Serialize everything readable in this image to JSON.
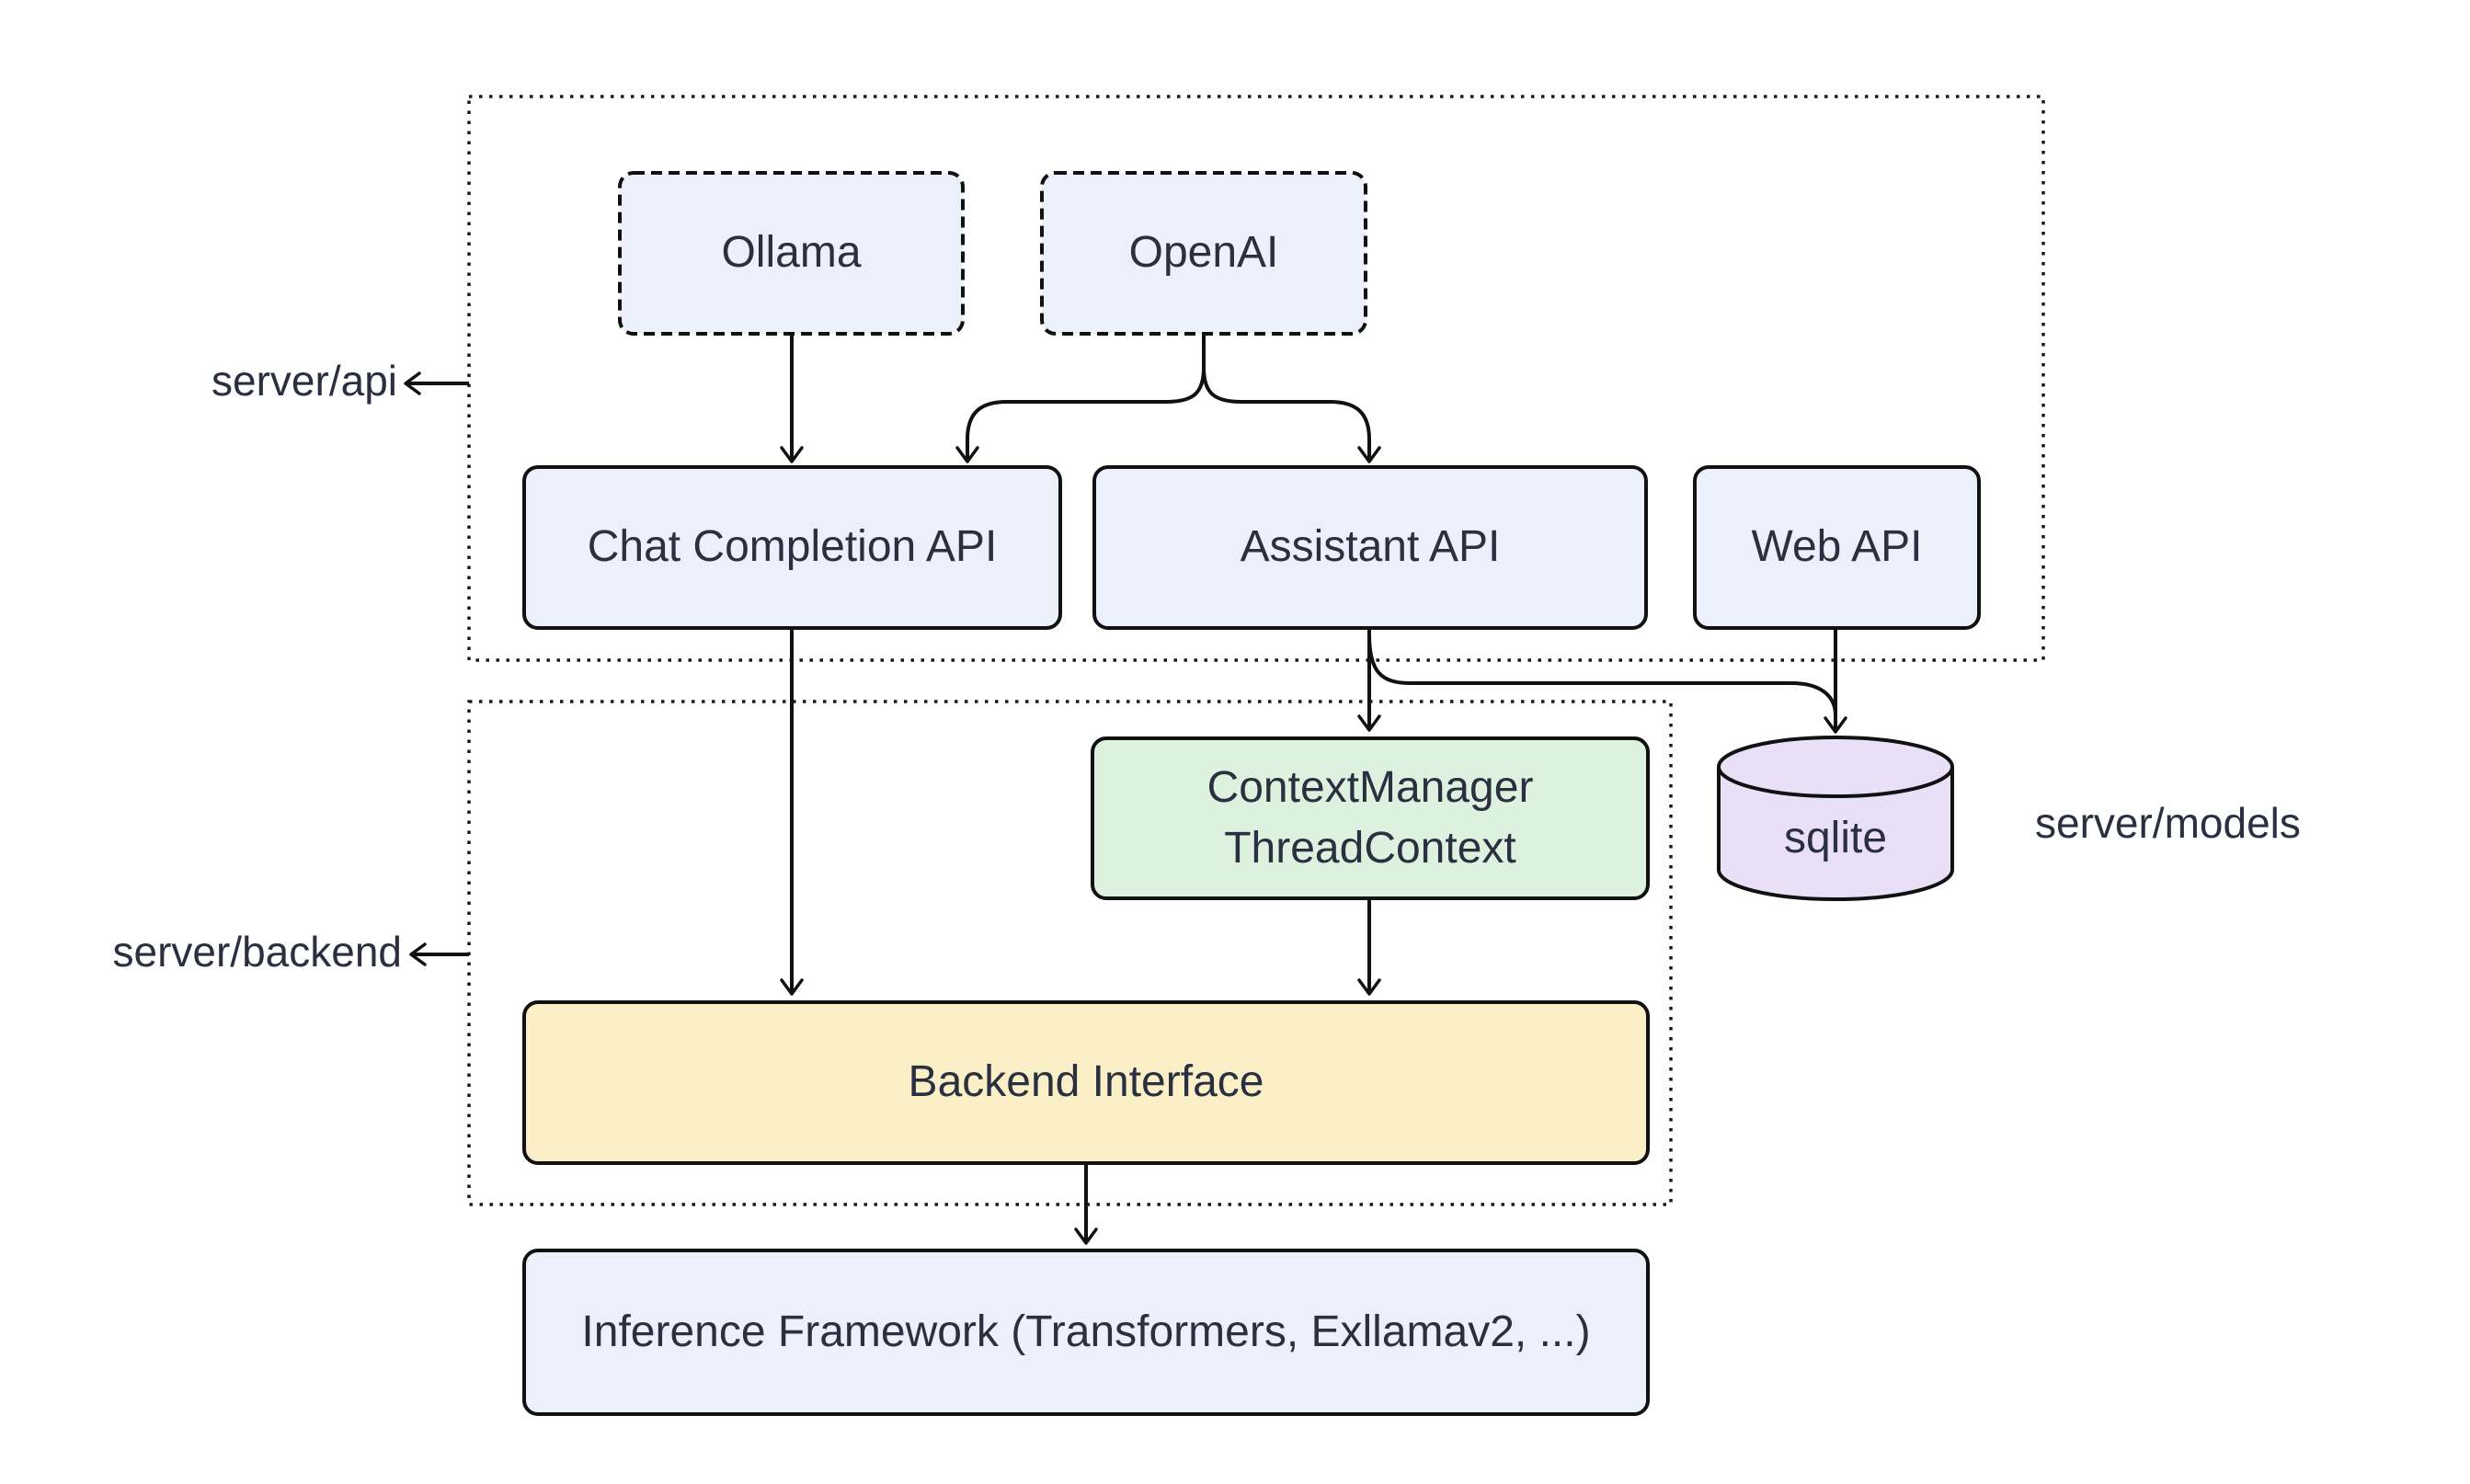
{
  "diagram_title": "",
  "groups": {
    "server_api": {
      "label": "server/api"
    },
    "server_backend": {
      "label": "server/backend"
    },
    "server_models": {
      "label": "server/models"
    }
  },
  "nodes": {
    "ollama": {
      "label": "Ollama",
      "shape": "dashed-rect"
    },
    "openai": {
      "label": "OpenAI",
      "shape": "dashed-rect"
    },
    "chat_completion_api": {
      "label": "Chat Completion API",
      "shape": "rect"
    },
    "assistant_api": {
      "label": "Assistant API",
      "shape": "rect"
    },
    "web_api": {
      "label": "Web API",
      "shape": "rect"
    },
    "context_manager": {
      "line1": "ContextManager",
      "line2": "ThreadContext",
      "shape": "rect"
    },
    "sqlite": {
      "label": "sqlite",
      "shape": "cylinder"
    },
    "backend_interface": {
      "label": "Backend Interface",
      "shape": "rect"
    },
    "inference_framework": {
      "label": "Inference Framework (Transformers, Exllamav2, ...)",
      "shape": "rect"
    }
  },
  "edges": [
    {
      "from": "Ollama",
      "to": "Chat Completion API"
    },
    {
      "from": "OpenAI",
      "to": "Chat Completion API"
    },
    {
      "from": "OpenAI",
      "to": "Assistant API"
    },
    {
      "from": "Chat Completion API",
      "to": "Backend Interface"
    },
    {
      "from": "Assistant API",
      "to": "ContextManager ThreadContext"
    },
    {
      "from": "Assistant API",
      "to": "sqlite"
    },
    {
      "from": "Web API",
      "to": "sqlite"
    },
    {
      "from": "ContextManager ThreadContext",
      "to": "Backend Interface"
    },
    {
      "from": "Backend Interface",
      "to": "Inference Framework (Transformers, Exllamav2, ...)"
    }
  ],
  "colors": {
    "node_blue_fill": "#ECF0FA",
    "node_green_fill": "#DCF1DE",
    "node_yellow_fill": "#FAEFC7",
    "node_purple_fill": "#E9DFF7",
    "stroke": "#111111",
    "dotted_container": "#1a1a1a",
    "text": "#2b3040",
    "background": "#ffffff"
  }
}
